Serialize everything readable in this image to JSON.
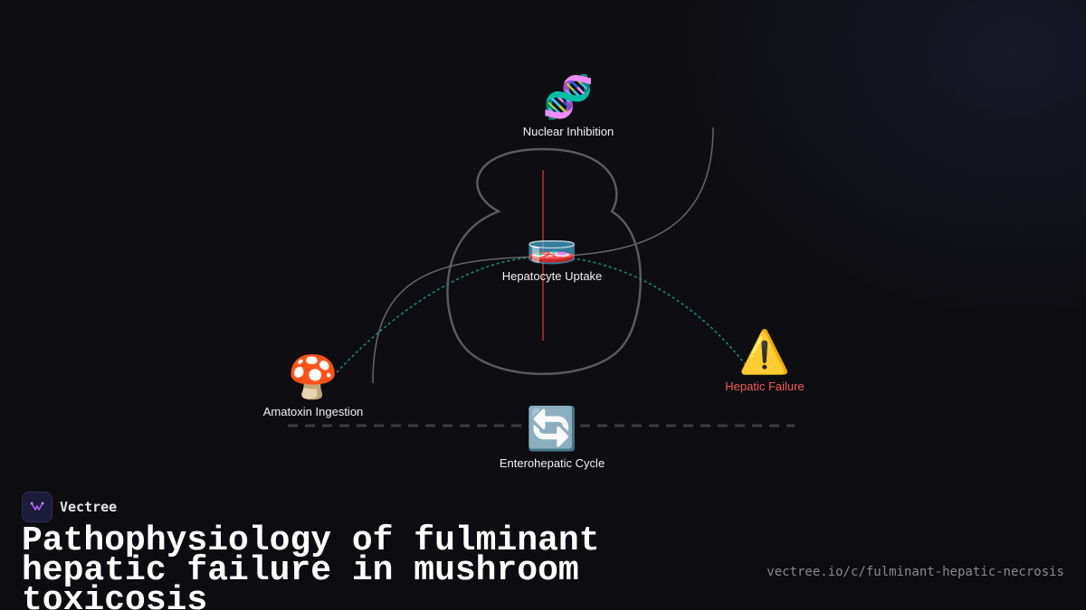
{
  "diagram": {
    "nodes": {
      "nuclear": {
        "label": "Nuclear Inhibition",
        "icon": "dna-icon",
        "glyph": "🧬"
      },
      "uptake": {
        "label": "Hepatocyte Uptake",
        "icon": "petri-dish-icon",
        "glyph": "🧫"
      },
      "ingestion": {
        "label": "Amatoxin Ingestion",
        "icon": "mushroom-icon",
        "glyph": "🍄"
      },
      "failure": {
        "label": "Hepatic Failure",
        "icon": "warning-icon",
        "glyph": "⚠️"
      },
      "cycle": {
        "label": "Enterohepatic Cycle",
        "icon": "cycle-arrows-icon",
        "glyph": "🔄"
      }
    },
    "colors": {
      "organ_outline": "#5a5a5a",
      "midline": "#b03030",
      "flow_curve": "#1f8a80",
      "feedback_curve": "#666666",
      "dashed_baseline": "#3c3c3c",
      "alert_label": "#f25a5a"
    }
  },
  "footer": {
    "brand": "Vectree",
    "brand_icon": "vectree-logo-icon",
    "title": "Pathophysiology of fulminant hepatic failure in mushroom toxicosis",
    "url": "vectree.io/c/fulminant-hepatic-necrosis"
  }
}
